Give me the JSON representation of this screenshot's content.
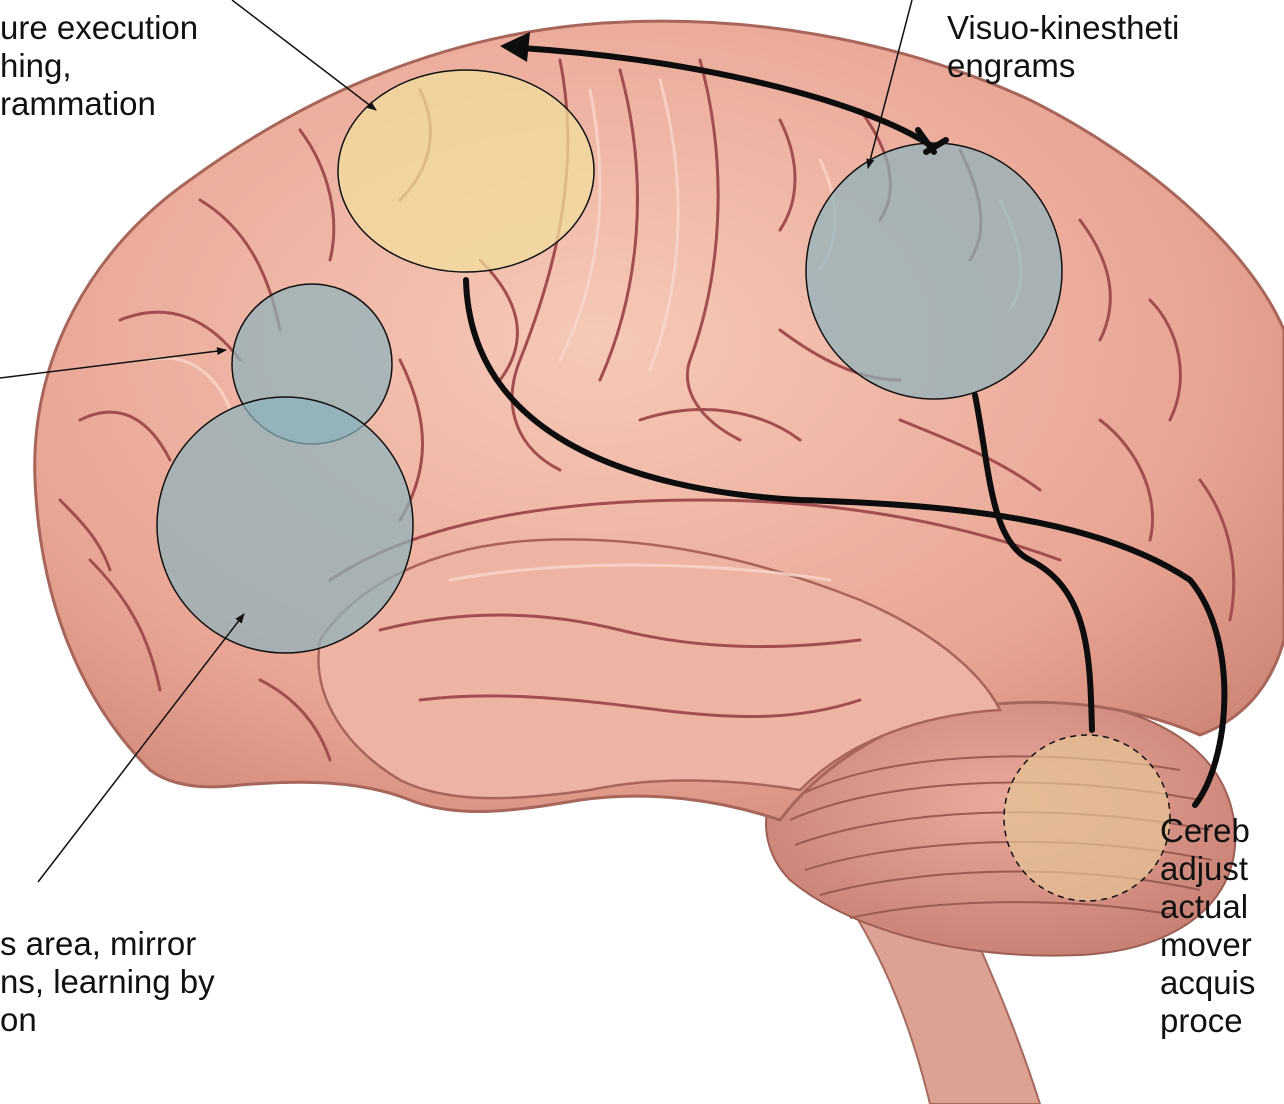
{
  "labels": {
    "praxis": {
      "lines": [
        "ure execution",
        "hing,",
        "rammation"
      ]
    },
    "visuo": {
      "lines": [
        "Visuo-kinestheti",
        "engrams"
      ]
    },
    "broca": {
      "lines": [
        "s area, mirror",
        "ns, learning by",
        "on"
      ]
    },
    "cerebellum": {
      "lines": [
        "Cereb",
        "adjust",
        "actual",
        "mover",
        "acquis",
        "proce"
      ]
    }
  },
  "colors": {
    "background": "#ffffff",
    "brain": "#e9a594",
    "sulcus": "#a24e4e",
    "region_yellow": "#f2dd9d",
    "region_blue": "#8db3bc",
    "region_cerebellum": "#e4c394",
    "connection": "#0d0d0d"
  }
}
